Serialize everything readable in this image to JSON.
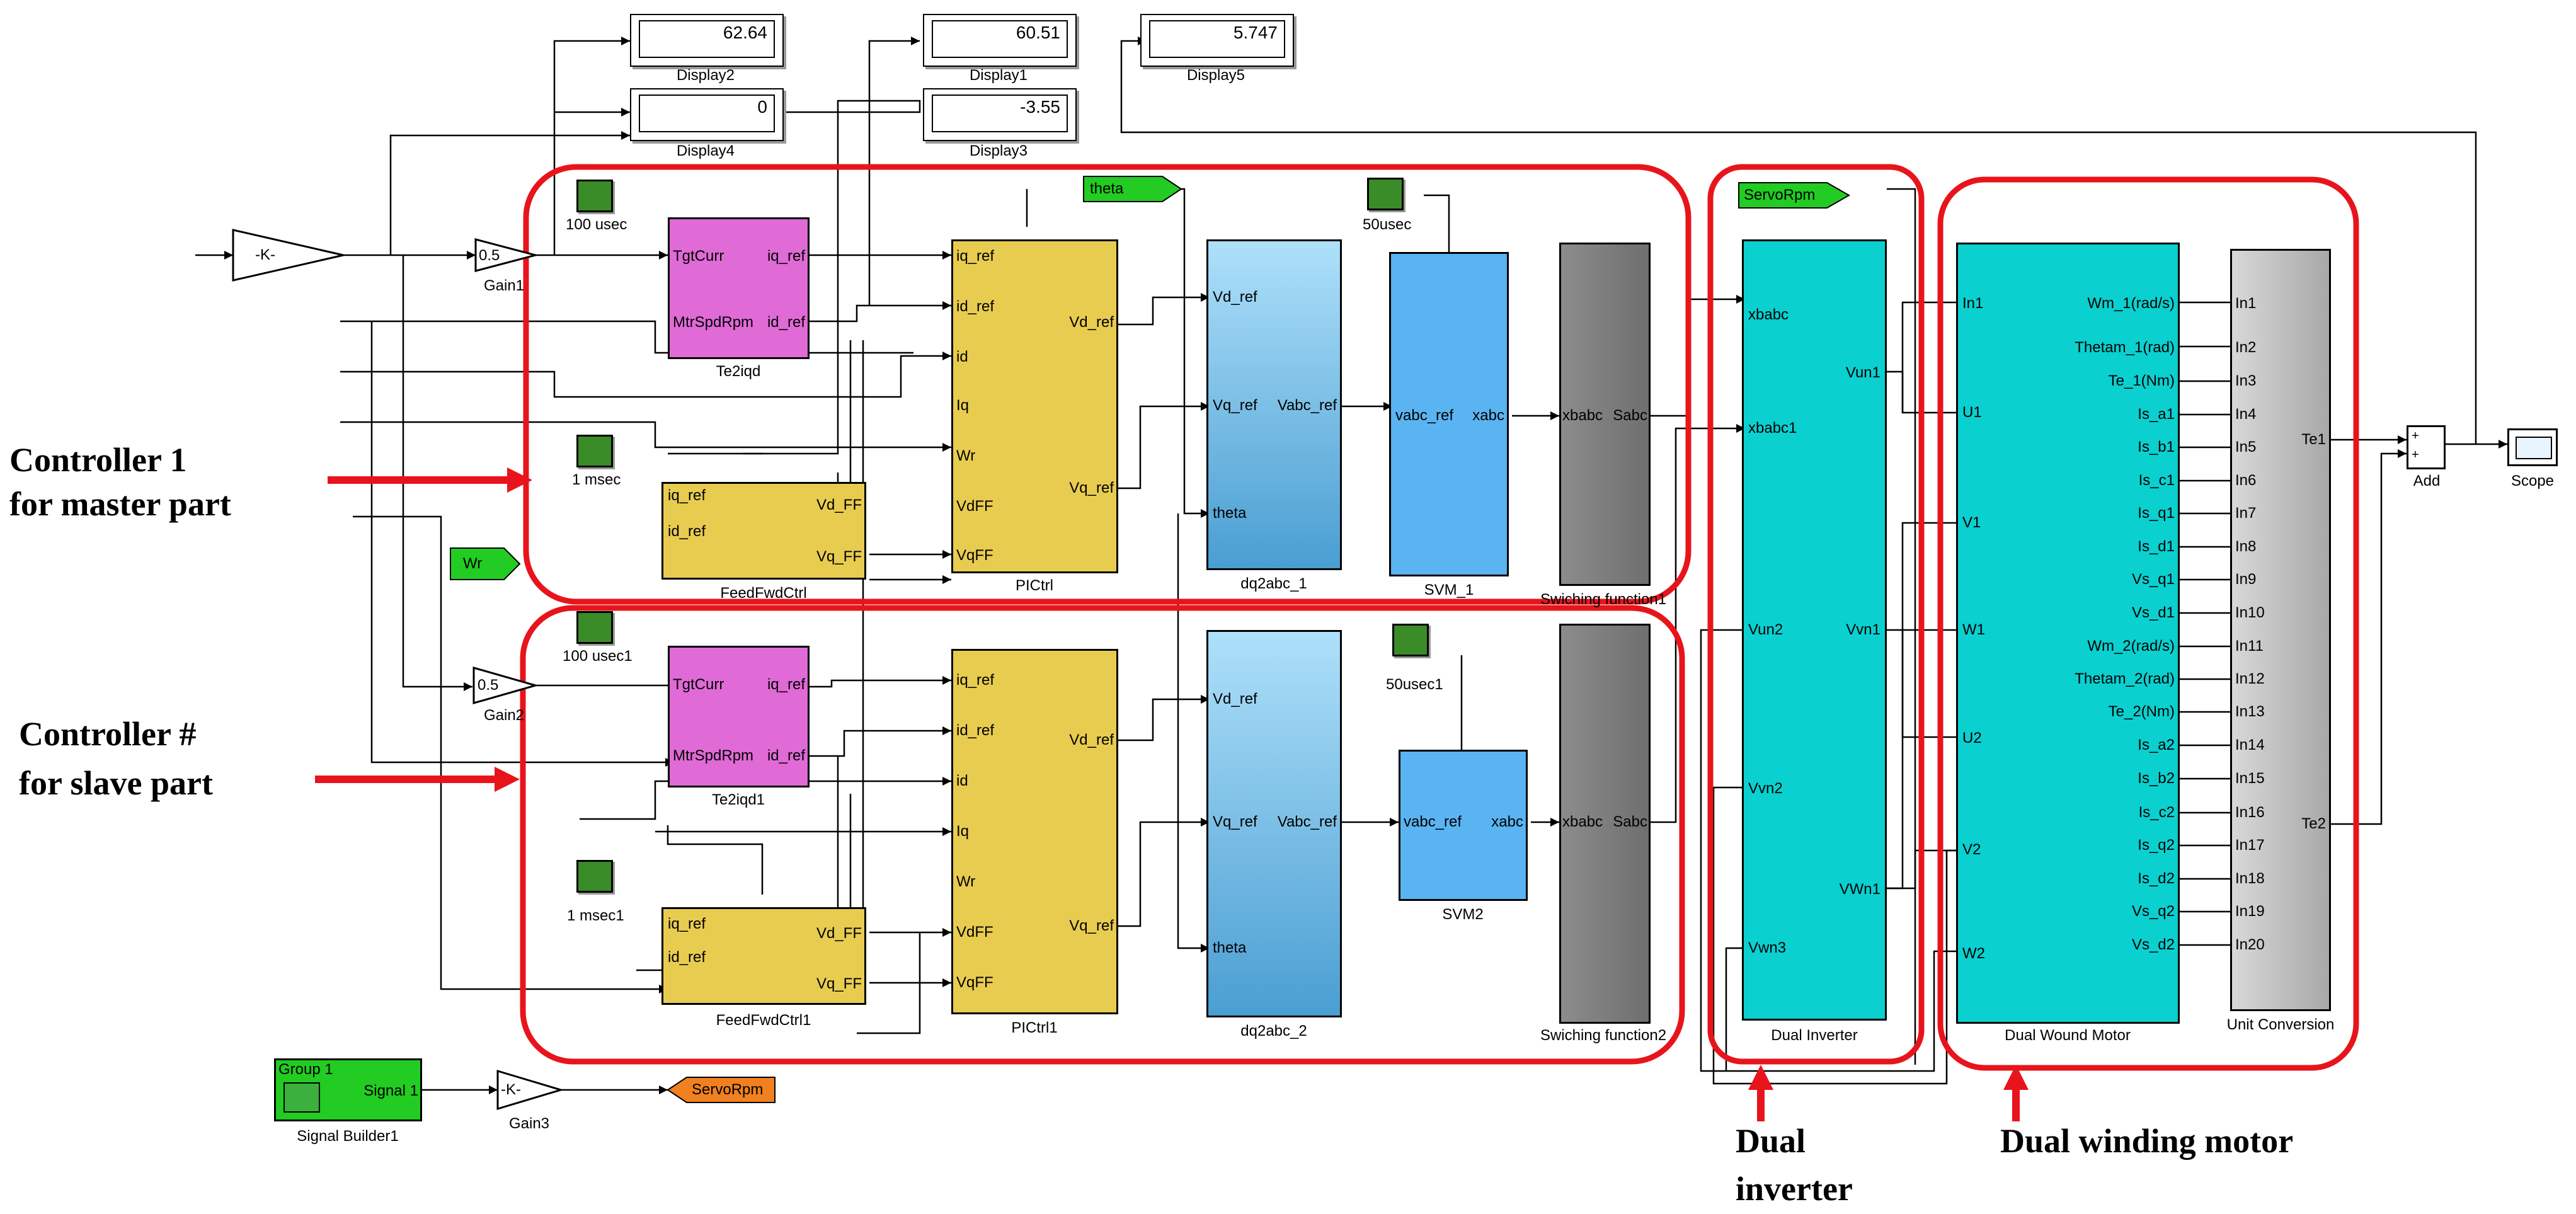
{
  "displays": [
    {
      "id": "display2",
      "value": "62.64",
      "label": "Display2"
    },
    {
      "id": "display1",
      "value": "60.51",
      "label": "Display1"
    },
    {
      "id": "display5",
      "value": "5.747",
      "label": "Display5"
    },
    {
      "id": "display4",
      "value": "0",
      "label": "Display4"
    },
    {
      "id": "display3",
      "value": "-3.55",
      "label": "Display3"
    }
  ],
  "gains": {
    "k_top": "-K-",
    "gain1_value": "0.5",
    "gain1_label": "Gain1",
    "gain2_value": "0.5",
    "gain2_label": "Gain2",
    "gain3_value": "-K-",
    "gain3_label": "Gain3"
  },
  "clocks": {
    "c100": "100 usec",
    "c100b": "100 usec1",
    "c1m": "1 msec",
    "c1mb": "1 msec1",
    "c50": "50usec",
    "c50b": "50usec1"
  },
  "tags": {
    "theta": "theta",
    "wr": "Wr",
    "servo_from": "ServoRpm",
    "servo_goto": "ServoRpm"
  },
  "te2iqd": {
    "in1": "TgtCurr",
    "in2": "MtrSpdRpm",
    "out1": "iq_ref",
    "out2": "id_ref",
    "label1": "Te2iqd",
    "label2": "Te2iqd1"
  },
  "feedfwd": {
    "in1": "iq_ref",
    "in2": "id_ref",
    "out1": "Vd_FF",
    "out2": "Vq_FF",
    "label1": "FeedFwdCtrl",
    "label2": "FeedFwdCtrl1"
  },
  "pictrl": {
    "ports": [
      "iq_ref",
      "id_ref",
      "id",
      "Iq",
      "Wr",
      "VdFF",
      "VqFF"
    ],
    "out1": "Vd_ref",
    "out2": "Vq_ref",
    "label1": "PICtrl",
    "label2": "PICtrl1"
  },
  "dq2abc": {
    "in1": "Vd_ref",
    "in2": "Vq_ref",
    "in3": "theta",
    "out": "Vabc_ref",
    "label1": "dq2abc_1",
    "label2": "dq2abc_2"
  },
  "svm": {
    "in": "vabc_ref",
    "out": "xabc",
    "label1": "SVM_1",
    "label2": "SVM2"
  },
  "switching": {
    "in": "xbabc",
    "out": "Sabc",
    "label1": "Swiching function1",
    "label2": "Swiching function2"
  },
  "inverter": {
    "inputs": [
      "xbabc",
      "xbabc1",
      "Vun2",
      "Vvn2",
      "Vwn3"
    ],
    "outputs": [
      "Vun1",
      "Vvn1",
      "VWn1"
    ],
    "label": "Dual Inverter"
  },
  "motor": {
    "inputs": [
      "In1",
      "U1",
      "V1",
      "W1",
      "U2",
      "V2",
      "W2"
    ],
    "outputs": [
      "Wm_1(rad/s)",
      "Thetam_1(rad)",
      "Te_1(Nm)",
      "Is_a1",
      "Is_b1",
      "Is_c1",
      "Is_q1",
      "Is_d1",
      "Vs_q1",
      "Vs_d1",
      "Wm_2(rad/s)",
      "Thetam_2(rad)",
      "Te_2(Nm)",
      "Is_a2",
      "Is_b2",
      "Is_c2",
      "Is_q2",
      "Is_d2",
      "Vs_q2",
      "Vs_d2"
    ],
    "label": "Dual Wound Motor"
  },
  "unitconv": {
    "inputs": [
      "In1",
      "In2",
      "In3",
      "In4",
      "In5",
      "In6",
      "In7",
      "In8",
      "In9",
      "In10",
      "In11",
      "In12",
      "In13",
      "In14",
      "In15",
      "In16",
      "In17",
      "In18",
      "In19",
      "In20"
    ],
    "out1": "Te1",
    "out2": "Te2",
    "label": "Unit Conversion"
  },
  "add": {
    "label": "Add",
    "plus": "+"
  },
  "scope": {
    "label": "Scope"
  },
  "signal_builder": {
    "group": "Group 1",
    "port": "Signal 1",
    "label": "Signal Builder1"
  },
  "annotations": {
    "ctrl1_line1": "Controller 1",
    "ctrl1_line2": "for master part",
    "ctrl2_line1": "Controller #",
    "ctrl2_line2": "for slave part",
    "inv_line1": "Dual",
    "inv_line2": "inverter",
    "motor_line1": "Dual winding motor"
  },
  "colors": {
    "highlight": "#e8141c",
    "tag_green": "#22cc22",
    "tag_orange": "#f08020",
    "clock_green": "#3a8c28"
  }
}
